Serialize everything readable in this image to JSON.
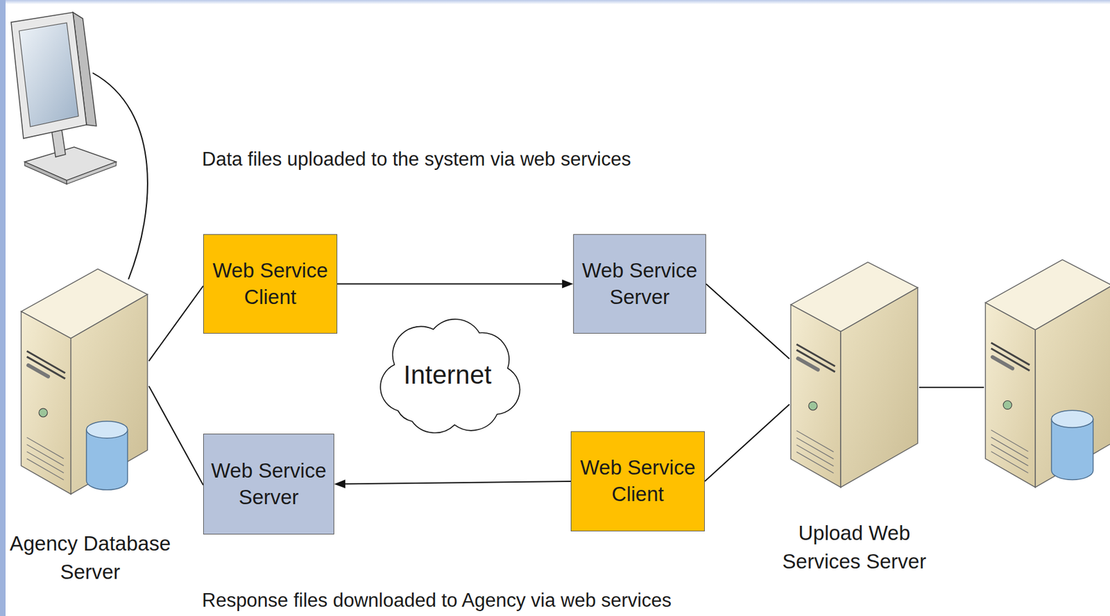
{
  "diagram": {
    "nodes": [
      {
        "text": [
          "Agency Database Server"
        ]
      },
      {
        "text": [
          "Web Service Client"
        ]
      },
      {
        "text": [
          "Web Service Server"
        ]
      },
      {
        "text": [
          "Internet"
        ]
      },
      {
        "text": [
          "Web Service Server"
        ]
      },
      {
        "text": [
          "Web Service Client"
        ]
      },
      {
        "text": [
          "Upload Web Services Server"
        ]
      }
    ],
    "edges": [
      {
        "from": 0,
        "to": 1,
        "arrow": "none"
      },
      {
        "from": 0,
        "to": 4,
        "arrow": "none"
      },
      {
        "from": 1,
        "to": 2,
        "arrow": "to"
      },
      {
        "from": 2,
        "to": 6,
        "arrow": "none"
      },
      {
        "from": 5,
        "to": 6,
        "arrow": "none"
      },
      {
        "from": 5,
        "to": 4,
        "arrow": "to"
      }
    ],
    "labels": [
      "Data files uploaded to the system via web services",
      "Response files downloaded to Agency via web services"
    ]
  }
}
